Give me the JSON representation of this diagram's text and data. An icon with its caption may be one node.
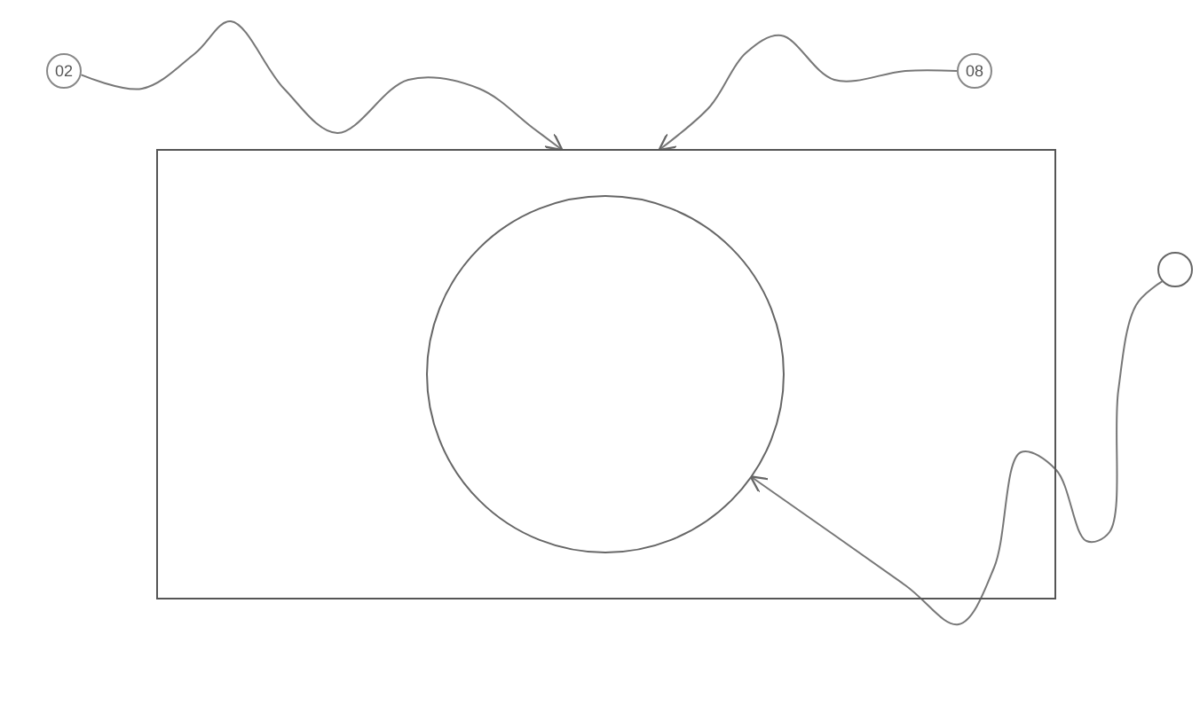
{
  "diagram": {
    "nodes": [
      {
        "text": [
          "02"
        ]
      },
      {
        "text": [
          "08"
        ]
      },
      {
        "text": [],
        "shape": "circle"
      },
      {
        "text": [],
        "shape": "box"
      },
      {
        "text": [],
        "shape": "circle",
        "in": 3
      }
    ],
    "edges": [
      {
        "from": 0,
        "to": 3,
        "arrow": "to"
      },
      {
        "from": 1,
        "to": 3,
        "arrow": "to"
      },
      {
        "from": 2,
        "to": 4,
        "arrow": "to"
      }
    ]
  }
}
